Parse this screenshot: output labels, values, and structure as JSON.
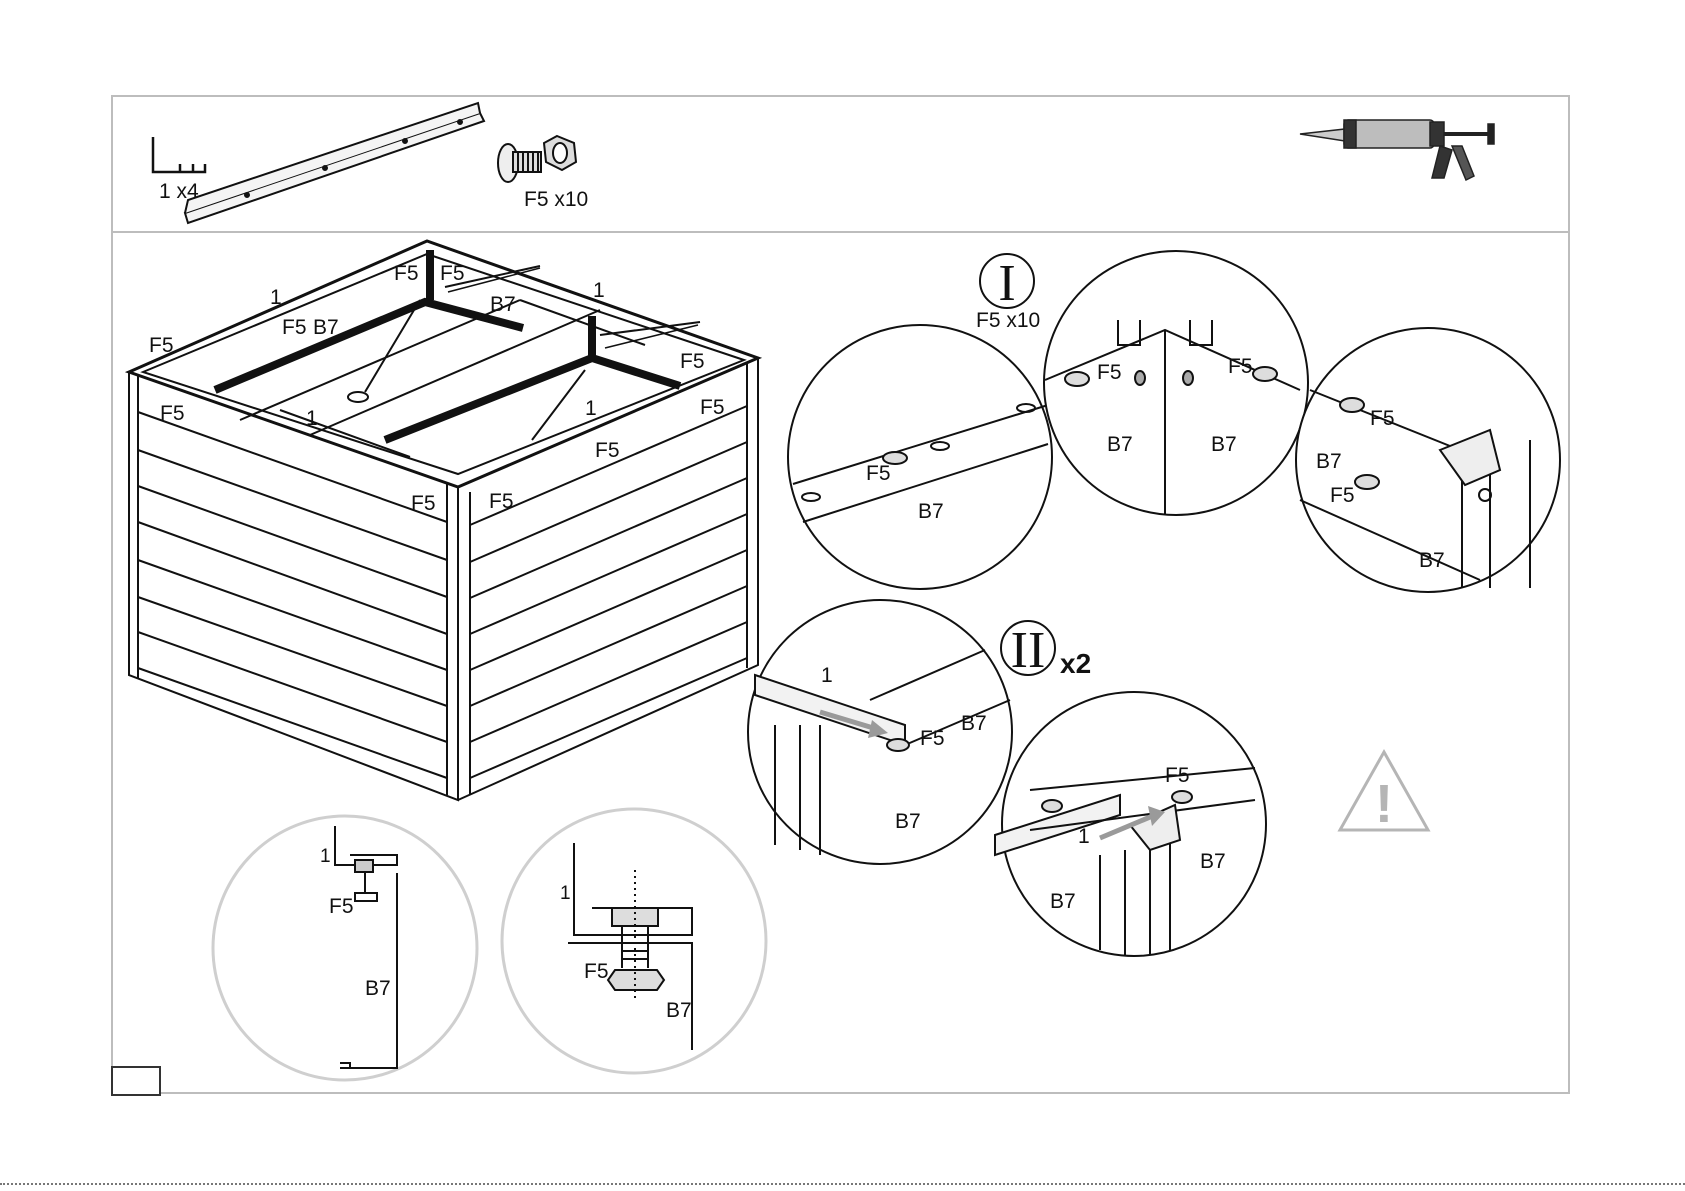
{
  "parts": {
    "rail_qty": "1 x4",
    "bolt_qty": "F5 x10"
  },
  "labels": {
    "one": "1",
    "f5": "F5",
    "b7": "B7",
    "step_i_qty": "F5 x10",
    "step_ii_mult": "x2",
    "roman_i": "I",
    "roman_ii": "II",
    "warning_mark": "!"
  },
  "colors": {
    "line": "#111111",
    "frame": "#bdbdbd",
    "circle": "#cfcfcf",
    "arrow": "#9a9a9a"
  },
  "icons": [
    "caulking-gun-icon",
    "warning-icon",
    "bolt-icon",
    "hex-nut-icon",
    "rail-icon"
  ]
}
